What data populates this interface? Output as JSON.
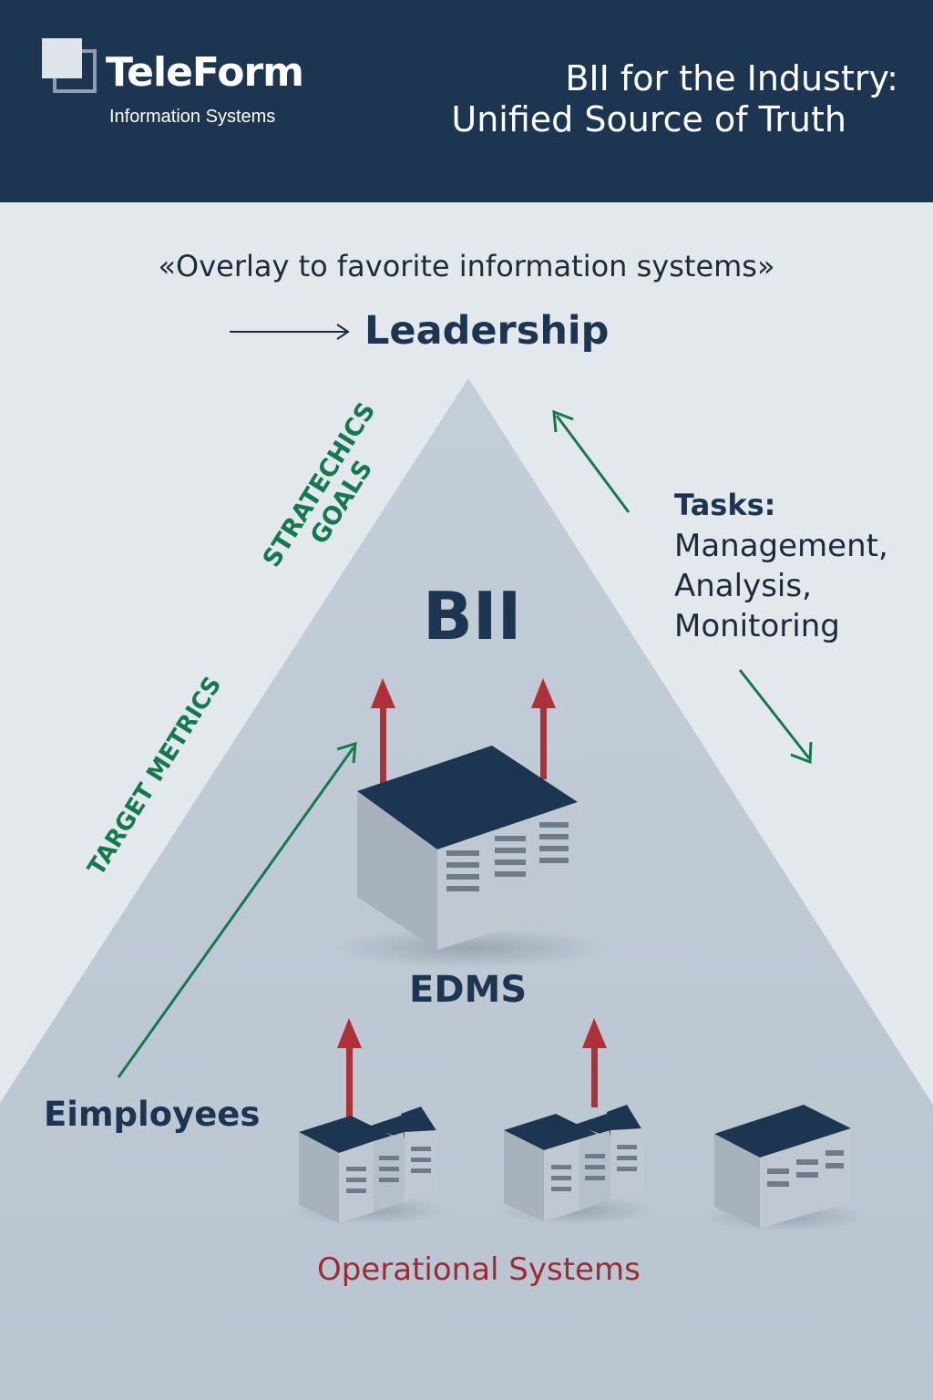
{
  "header": {
    "logo_name": "TeleForm",
    "logo_subtitle": "Information Systems",
    "title_line1": "BII for the Industry:",
    "title_line2": "Unified Source of Truth"
  },
  "diagram": {
    "overlay_caption": "«Overlay to favorite information systems»",
    "leadership_label": "Leadership",
    "bii_label": "BII",
    "edms_label": "EDMS",
    "employees_label": "Eimployees",
    "operational_systems_label": "Operational Systems",
    "strategic_goals_line1": "STRATECHICS",
    "strategic_goals_line2": "GOALS",
    "target_metrics_label": "TARGET METRICS",
    "tasks_title": "Tasks:",
    "tasks_items": [
      "Management,",
      "Analysis,",
      "Monitoring"
    ]
  },
  "colors": {
    "header_bg": "#1c3550",
    "page_bg": "#e3e8ec",
    "pyramid": "#c2cdd7",
    "flow_arrow": "#137a4f",
    "data_arrow": "#b03038",
    "server_top": "#1c3550",
    "server_body": "#b6c0ca"
  }
}
